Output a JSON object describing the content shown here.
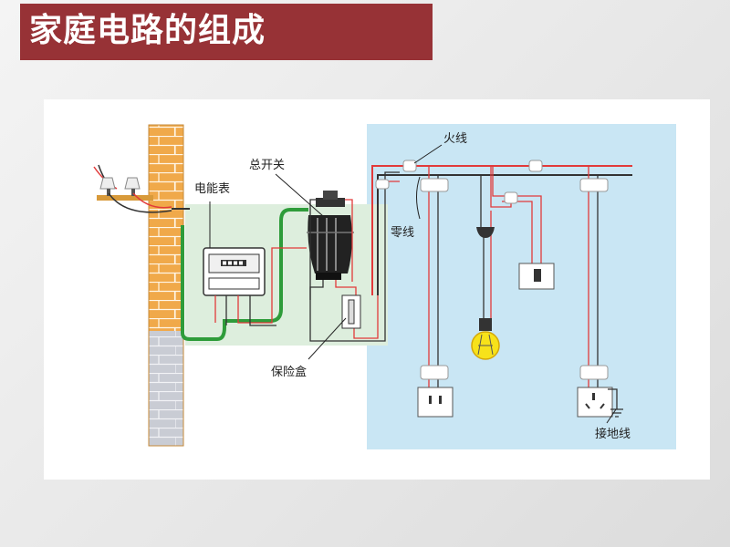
{
  "slide": {
    "title": "家庭电路的组成"
  },
  "diagram": {
    "labels": {
      "meter": "电能表",
      "main_switch": "总开关",
      "live_wire": "火线",
      "neutral_wire": "零线",
      "fuse_box": "保险盒",
      "ground_wire": "接地线"
    },
    "colors": {
      "title_bg": "#973236",
      "room_bg": "#c9e6f4",
      "box_bg": "#ddeedd",
      "live": "#e23a3a",
      "neutral": "#333333",
      "earth_green": "#2e9c3a",
      "brick": "#f0a94a",
      "stone": "#c9ccd4",
      "bulb": "#f7e21a"
    }
  }
}
